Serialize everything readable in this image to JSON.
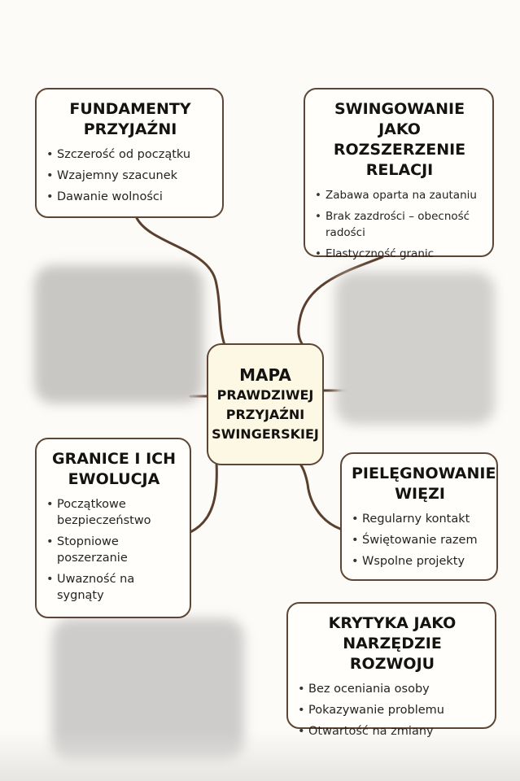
{
  "center": {
    "line1": "MAPA",
    "line2": "PRAWDZIWEJ",
    "line3": "PRZYJAŹNI",
    "line4": "SWINGERSKIEJ"
  },
  "boxes": {
    "fundamenty": {
      "title": "FUNDAMENTY PRZYJAŹNI",
      "items": [
        "Szczerość od początku",
        "Wzajemny szacunek",
        "Dawanie wolności"
      ]
    },
    "swingowanie": {
      "title": "SWINGOWANIE JAKO ROZSZERZENIE RELACJI",
      "items": [
        "Zabawa oparta na zautaniu",
        "Brak zazdrości – obecność radości",
        "Elastyczność granic"
      ]
    },
    "granice": {
      "title": "GRANICE I ICH EWOLUCJA",
      "items": [
        "Początkowe bezpieczeństwo",
        "Stopniowe poszerzanie",
        "Uwazność na sygnąty"
      ]
    },
    "pielegnowanie": {
      "title": "PIELĘGNOWANIE WIĘZI",
      "items": [
        "Regularny kontakt",
        "Świętowanie razem",
        "Wspolne projekty"
      ]
    },
    "krytyka": {
      "title": "KRYTYKA JAKO NARZĘDZIE ROZWOJU",
      "items": [
        "Bez oceniania osoby",
        "Pokazywanie problemu",
        "Otwartość na zmiany"
      ]
    }
  },
  "colors": {
    "border": "#5e4636",
    "connector": "#5b3f2e",
    "center_fill": "#fdf8e4",
    "background": "#fcfbf7"
  }
}
